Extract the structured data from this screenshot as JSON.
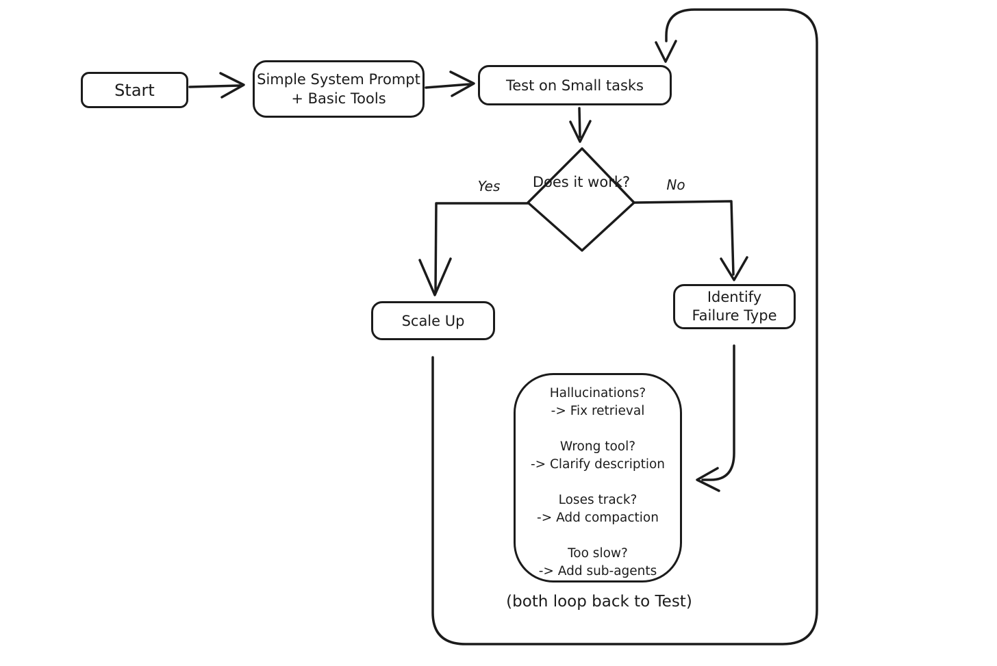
{
  "diagram": {
    "background_color": "#ffffff",
    "stroke_color": "#1b1b1b",
    "nodes": {
      "start": {
        "label": "Start"
      },
      "system_prompt": {
        "line1": "Simple System Prompt",
        "line2": "+ Basic Tools"
      },
      "test": {
        "label": "Test on Small tasks"
      },
      "decision": {
        "line1": "Does",
        "line2": "it work?"
      },
      "scale_up": {
        "label": "Scale Up"
      },
      "identify_failure": {
        "line1": "Identify",
        "line2": "Failure Type"
      }
    },
    "edge_labels": {
      "yes": "Yes",
      "no": "No"
    },
    "failure_types": {
      "items": [
        {
          "question": "Hallucinations?",
          "action": "-> Fix retrieval"
        },
        {
          "question": "Wrong tool?",
          "action": "-> Clarify description"
        },
        {
          "question": "Loses track?",
          "action": "-> Add compaction"
        },
        {
          "question": "Too slow?",
          "action": "-> Add sub-agents"
        }
      ]
    },
    "note": "(both loop back to Test)"
  }
}
